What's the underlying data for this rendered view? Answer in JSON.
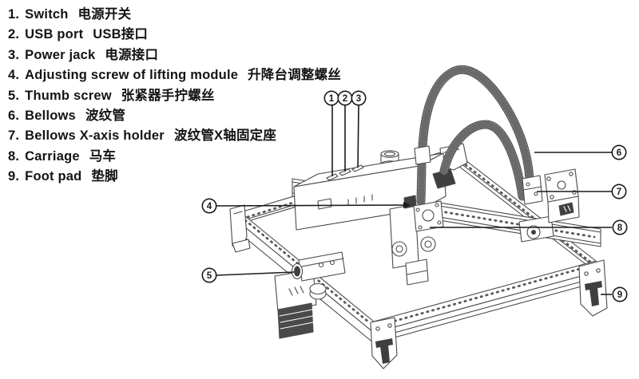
{
  "legend": {
    "items": [
      {
        "num": "1.",
        "en": "Switch",
        "cn": "电源开关"
      },
      {
        "num": "2.",
        "en": "USB port",
        "cn": "USB接口"
      },
      {
        "num": "3.",
        "en": "Power jack",
        "cn": "电源接口"
      },
      {
        "num": "4.",
        "en": "Adjusting screw of lifting module",
        "cn": "升降台调整螺丝"
      },
      {
        "num": "5.",
        "en": "Thumb screw",
        "cn": "张紧器手拧螺丝"
      },
      {
        "num": "6.",
        "en": "Bellows",
        "cn": "波纹管"
      },
      {
        "num": "7.",
        "en": "Bellows X-axis holder",
        "cn": "波纹管X轴固定座"
      },
      {
        "num": "8.",
        "en": "Carriage",
        "cn": "马车"
      },
      {
        "num": "9.",
        "en": "Foot pad",
        "cn": "垫脚"
      }
    ]
  },
  "callouts": {
    "labels": [
      "1",
      "2",
      "3",
      "4",
      "5",
      "6",
      "7",
      "8",
      "9"
    ]
  },
  "colors": {
    "ink": "#141414",
    "line": "#4a4a4a",
    "dark_fill": "#3f3f3f",
    "bg": "#ffffff"
  }
}
